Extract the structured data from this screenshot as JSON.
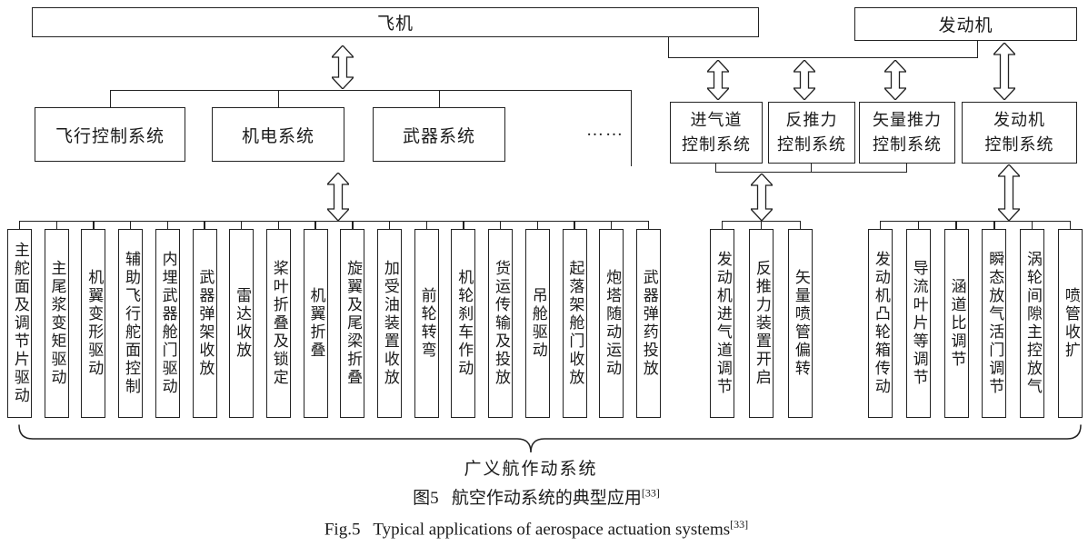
{
  "figure": {
    "level1": {
      "aircraft": "飞机",
      "engine": "发动机"
    },
    "level2_aircraft": [
      "飞行控制系统",
      "机电系统",
      "武器系统"
    ],
    "ellipsis": "……",
    "level2_engine": [
      "进气道\n控制系统",
      "反推力\n控制系统",
      "矢量推力\n控制系统",
      "发动机\n控制系统"
    ],
    "level3_aircraft": [
      "主舵面及调节片驱动",
      "主尾浆变矩驱动",
      "机翼变形驱动",
      "辅助飞行舵面控制",
      "内埋武器舱门驱动",
      "武器弹架收放",
      "雷达收放",
      "桨叶折叠及锁定",
      "机翼折叠",
      "旋翼及尾梁折叠",
      "加受油装置收放",
      "前轮转弯",
      "机轮刹车作动",
      "货运传输及投放",
      "吊舱驱动",
      "起落架舱门收放",
      "炮塔随动运动",
      "武器弹药投放"
    ],
    "level3_propulsion": [
      "发动机进气道调节",
      "反推力装置开启",
      "矢量喷管偏转"
    ],
    "level3_engine": [
      "发动机凸轮箱传动",
      "导流叶片等调节",
      "涵道比调节",
      "瞬态放气活门调节",
      "涡轮间隙主控放气",
      "喷管收扩"
    ],
    "brace_label": "广义航作动系统",
    "caption_zh": "图5   航空作动系统的典型应用",
    "caption_en": "Fig.5   Typical applications of aerospace actuation systems",
    "ref": "[33]"
  }
}
